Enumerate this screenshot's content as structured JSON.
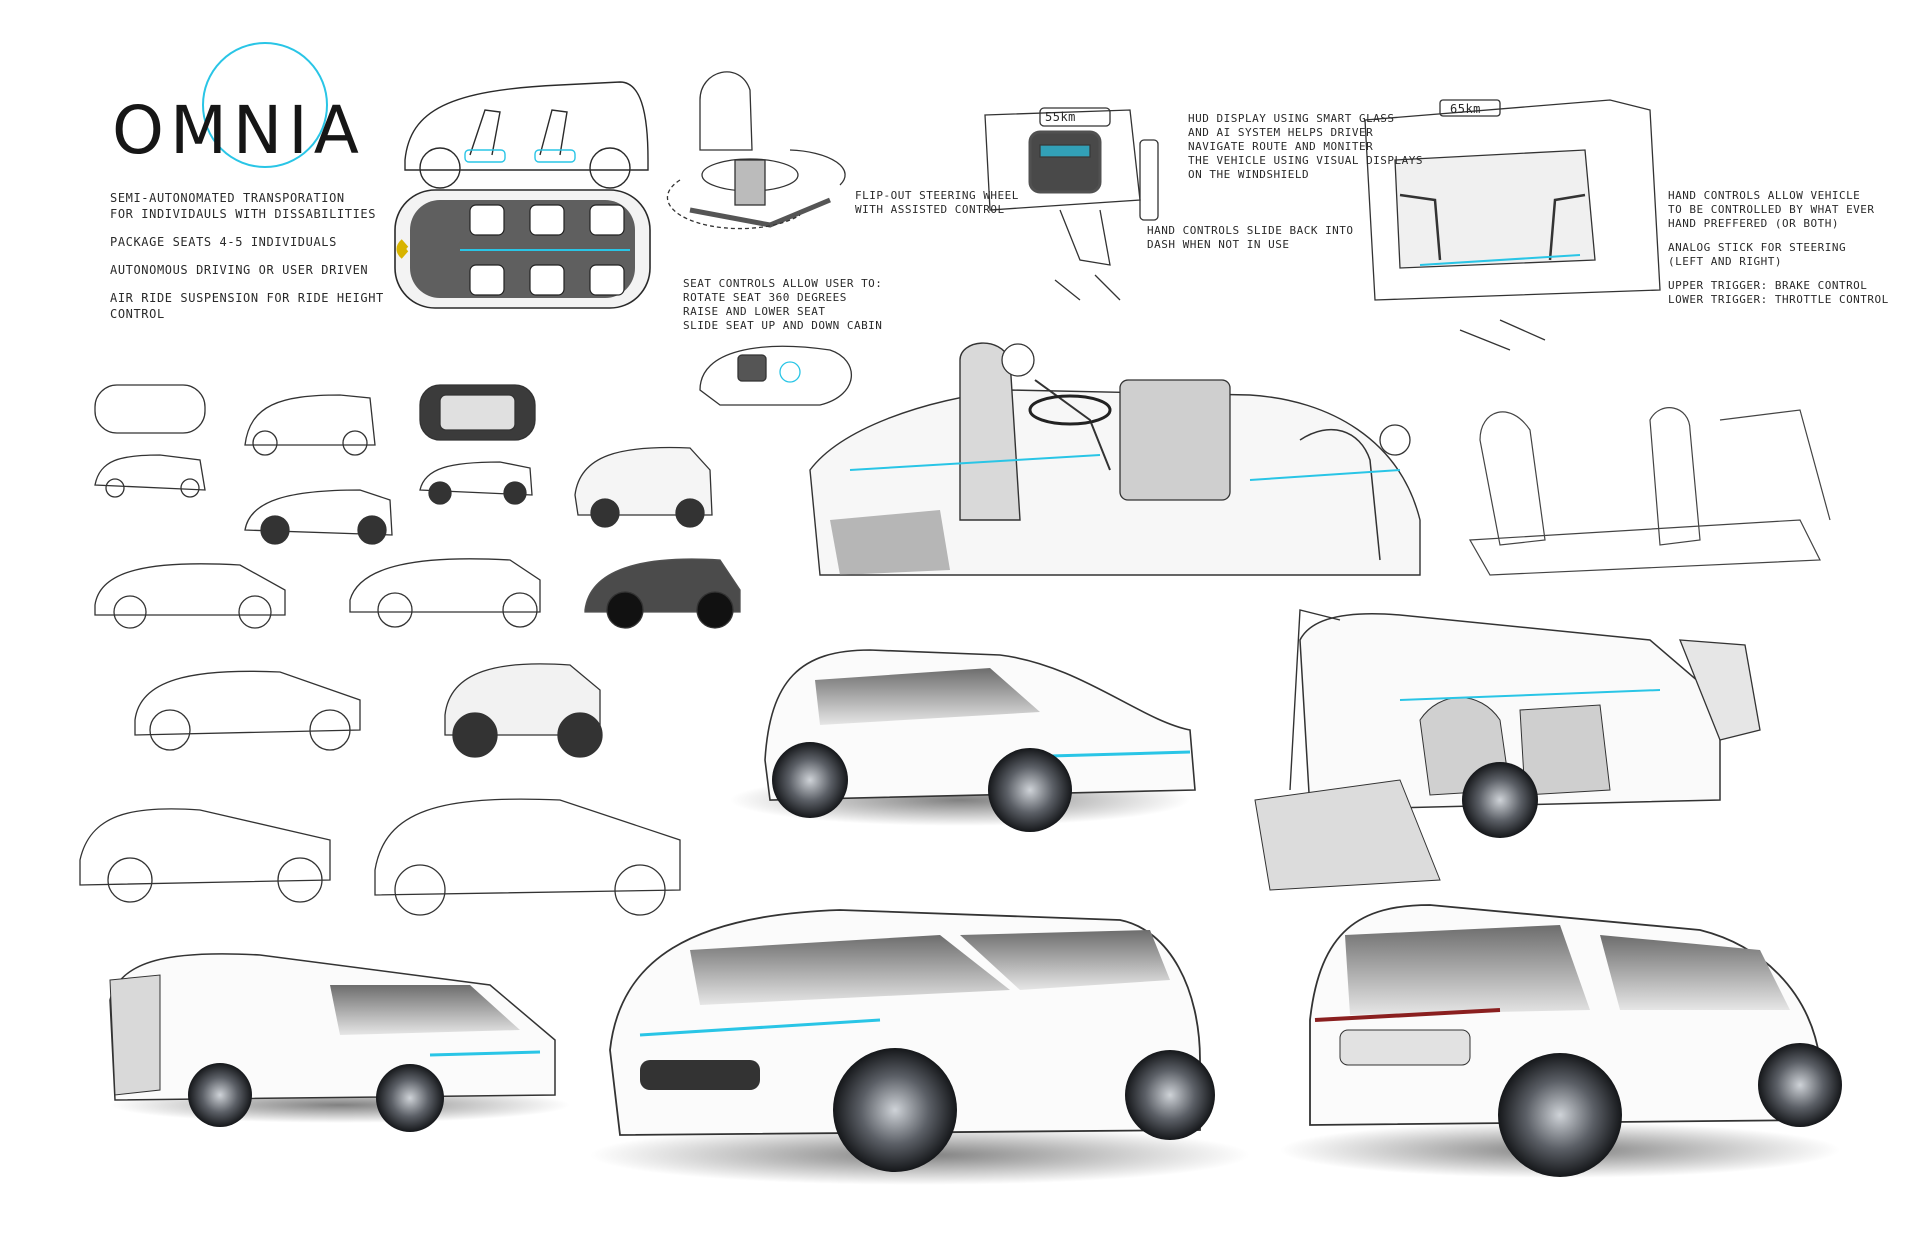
{
  "brand": {
    "logo_text": "OMNIA",
    "ring_color": "#29c5e6"
  },
  "intro": {
    "subtitle": "SEMI-AUTONOMATED TRANSPORATION\nFOR INDIVIDAULS WITH DISSABILITIES",
    "line_1": "PACKAGE SEATS 4-5 INDIVIDUALS",
    "line_2": "AUTONOMOUS DRIVING OR USER DRIVEN",
    "line_3": "AIR RIDE SUSPENSION FOR RIDE HEIGHT\nCONTROL"
  },
  "notes": {
    "seat_controls": "SEAT CONTROLS ALLOW USER TO:\nROTATE SEAT 360 DEGREES\nRAISE AND LOWER SEAT\nSLIDE SEAT UP AND DOWN CABIN",
    "steering_wheel": "FLIP-OUT STEERING WHEEL\nWITH ASSISTED CONTROL",
    "hud_display": "HUD DISPLAY USING SMART GLASS\nAND AI SYSTEM HELPS DRIVER\nNAVIGATE ROUTE AND MONITER\nTHE VEHICLE USING VISUAL DISPLAYS\nON THE WINDSHIELD",
    "hand_controls_dash": "HAND CONTROLS SLIDE BACK INTO\nDASH WHEN NOT IN USE",
    "hand_controls_vehicle": "HAND CONTROLS ALLOW VEHICLE\nTO BE CONTROLLED BY WHAT EVER\nHAND PREFFERED (OR BOTH)",
    "analog_stick": "ANALOG STICK FOR STEERING\n(LEFT AND RIGHT)",
    "triggers": "UPPER TRIGGER: BRAKE CONTROL\nLOWER TRIGGER: THROTTLE CONTROL"
  },
  "hud_readouts": {
    "left": "55km",
    "right": "65km"
  },
  "colors": {
    "accent": "#29c5e6",
    "ink": "#1a1a1a",
    "shade": "#9a9a9a"
  }
}
